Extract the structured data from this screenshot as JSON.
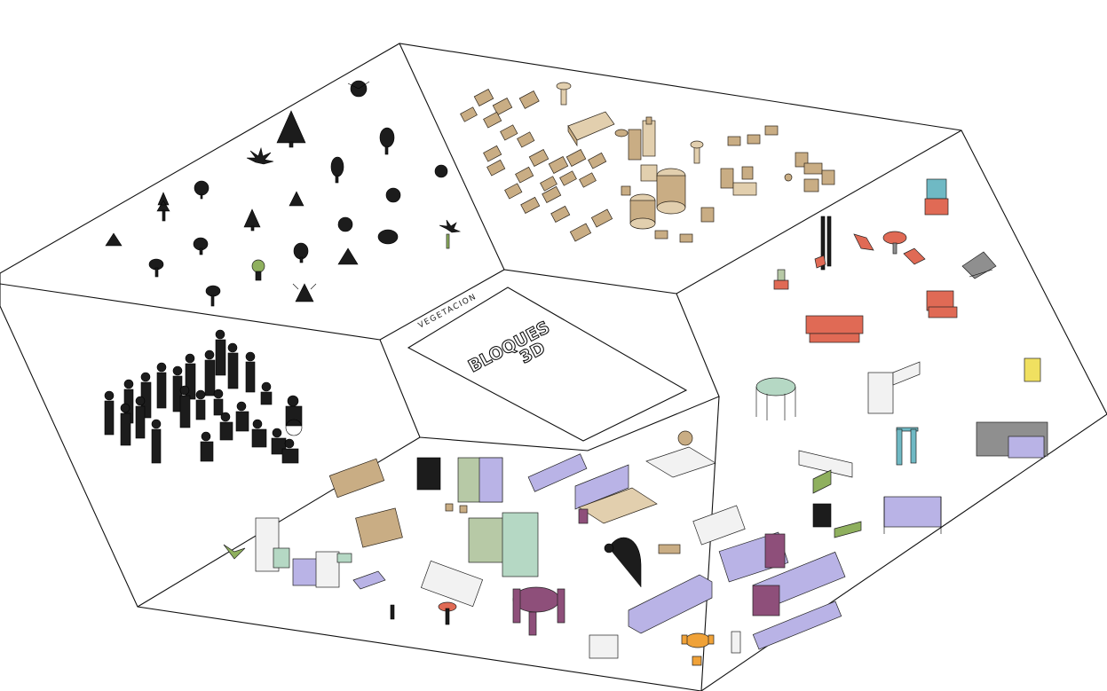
{
  "drawing": {
    "title_line1": "BLOQUES",
    "title_line2": "3D",
    "zone_label": "VEGETACION"
  },
  "zones": [
    {
      "name": "vegetation",
      "content": "trees and shrubs"
    },
    {
      "name": "bathroom",
      "content": "sanitary fixtures"
    },
    {
      "name": "people",
      "content": "human figures"
    },
    {
      "name": "furniture",
      "content": "furniture and appliances"
    }
  ],
  "colors": {
    "line": "#111111",
    "background": "#ffffff",
    "bathroom_fill": "#c9ad84",
    "furniture_accent": "#e06a55",
    "furniture_lavender": "#b9b3e6",
    "vegetation_fill": "#1c1c1c"
  }
}
